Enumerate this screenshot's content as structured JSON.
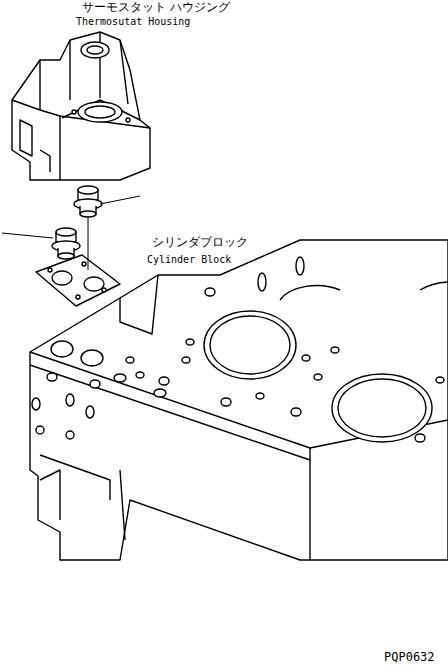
{
  "diagram": {
    "labels": [
      "サーモスタット ハウジング",
      "Thermosutat Housing",
      "シリンダブロック",
      "Cylinder Block",
      "PQP0632"
    ]
  }
}
